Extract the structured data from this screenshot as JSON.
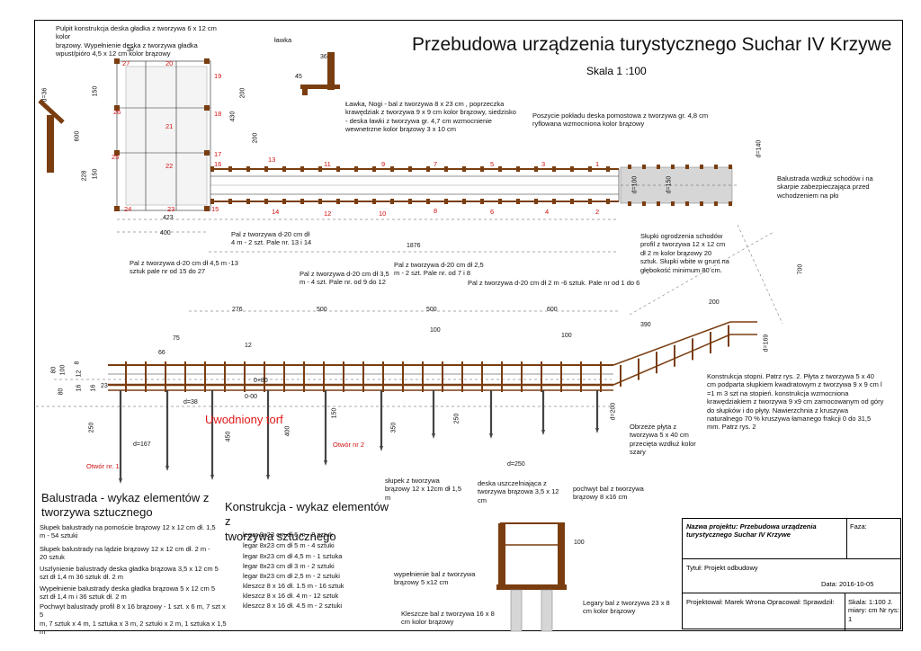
{
  "title": "Przebudowa urządzenia turystycznego Suchar IV Krzywe",
  "scale": "Skala 1 :100",
  "colors": {
    "timber": "#7a3d10",
    "annotation_red": "#d01010",
    "grey_box": "#d6d6d6"
  },
  "notes": {
    "pulpit": "Pulpit konstrukcja deska gładka z tworzywa 6 x 12 cm kolor\nbrązowy. Wypełnienie deska z tworzywa gładka\nwpust/pióro 4,5 x 12 cm  kolor brązowy",
    "lawka_label": "ławka",
    "lawka": "Ławka, Nogi - bal z tworzywa 8 x 23 cm , poprzeczka\nkrawędziak z tworzywa 9 x 9 cm kolor brązowy, siedzisko\n- deska ławki z tworzywa gr. 4,7 cm wzmocnienie\nwewnetrzne kolor brązowy 3 x 10 cm",
    "poszycie": "Poszycie pokładu deska pomostowa z tworzywa gr. 4,8 cm\nryflowana wzmocniona kolor brązowy",
    "balustrada_schody": "Balustrada wzdłuż schodów i na\nskarpie zabezpieczająca przed\nwchodzeniem na pło",
    "pal_14": "Pal z tworzywa d-20 cm dł\n4 m - 2 szt. Pale nr. 13 i 14",
    "pal_15_27": "Pal z tworzywa d-20 cm dł 4,5 m -13\nsztuk pale nr od 15 do 27",
    "pal_9_10": "Pal z tworzywa d-20 cm dł 3,5\nm - 4 szt. Pale nr. od 9 do 12",
    "pal_7_8": "Pal z tworzywa d-20 cm dł 2,5\nm - 2 szt. Pale nr. od 7 i 8",
    "pal_1_6": "Pal z tworzywa d-20 cm dł 2 m -6 sztuk. Pale nr od 1 do 6",
    "slupki": "Słupki ogrodzenia schodów\nprofil z tworzywa 12 x 12 cm\ndł  2 m kolor brązowy 20\nsztuk. Słupki wbite w grunt na\ngłębokość minimum 80 cm.",
    "konstrukcja_stopni": "Konstrukcja stopni. Patrz rys. 2.  Płyta z tworzywa 5 x 40\ncm podparta słupkiem kwadratowym z tworzywa 9 x 9 cm l\n=1 m 3 szt na stopień. konstrukcja wzmocniona\nkrawędziakiem z tworzywa 9 x9 cm zamocowanym od góry\ndo słupków i do płyty. Nawierzchnia z kruszywa\nnaturalnego 70 % kruszywa łamanego frakcji 0 do 31,5\nmm. Patrz rys. 2",
    "obrzeze": "Obrzeże płyta  z\ntworzywa 5 x 40 cm\nprzecięta wzdłuż kolor\nszary",
    "slupek_tworzywa": "słupek z tworzywa\nbrązowy 12 x 12cm dł 1,5\nm",
    "deska_uszczelniajaca": "deska uszczelniająca z\ntworzywa brązowa 3,5 x 12\ncm",
    "pochwyt": "pochwyt bal z tworzywa\nbrązowy 8 x16 cm",
    "wypelnienie": "wypełnienie bal z tworzywa\nbrązowy 5 x12 cm",
    "legary": "Legary bal z tworzywa 23 x 8\ncm kolor brązowy",
    "kleszcze": "Kleszcze bal z tworzywa 16 x 8\ncm kolor brązowy",
    "wodniony": "Uwodniony torf",
    "otwor1": "Otwór nr. 1",
    "otwor2": "Otwór nr 2"
  },
  "sections": {
    "balustrada_title": "Balustrada - wykaz elementów z\ntworzywa sztucznego",
    "balustrada_items": [
      "Słupek balustrady na pomoście brązowy 12 x 12 cm dł. 1,5\nm - 54 sztuki",
      "Słupek balustrady na lądzie brązowy 12 x 12 cm dł. 2 m -\n 20 sztuk",
      "Uszlynienie balustrady deska gładka brązowa 3,5 x 12 cm  5\nszt dł 1,4 m  36 sztuk dł. 2 m",
      "Wypełnienie  balustrady deska gładka brązowa 5 x 12 cm  5\nszt dł 1,4 m i  36 sztuk dł. 2 m",
      "Pochwyt balustrady profil 8 x 16 brązowy - 1 szt. x 6 m, 7 szt x 5\nm, 7 sztuk x 4 m, 1 sztuka x 3 m, 2 sztuki x 2 m, 1 sztuka x 1,5\nm"
    ],
    "konstrukcja_title": "Konstrukcja  - wykaz elementów z\ntworzywa sztucznego",
    "konstrukcja_items": [
      "legar 8x23 cm dł 6 m -  8 sztuk",
      "legar 8x23 cm dł 5 m  - 4 sztuki",
      "legar 8x23 cm dł 4,5 m - 1 sztuka",
      "legar 8x23 cm dł 3 m -  2 sztuki",
      "legar 8x23 cm dł 2,5  m - 2 sztuki",
      "kleszcz 8 x 16 dł. 1.5 m - 16 sztuk",
      "kleszcz 8 x 16 dł. 4 m - 12 sztuk",
      "kleszcz 8 x 16 dł. 4.5 m - 2 sztuki"
    ]
  },
  "dimensions": {
    "d30": "30",
    "d36": "36",
    "d45": "45",
    "dphi36": "d=36",
    "d150a": "150",
    "d430": "430",
    "d200a": "200",
    "d200b": "200",
    "d600": "600",
    "d228": "228",
    "d150b": "150",
    "d423": "423",
    "d400": "400",
    "d1876": "1876",
    "d140": "d=140",
    "d100": "d=100",
    "d150c": "d=150",
    "d700": "700",
    "d276": "276",
    "d500a": "500",
    "d500b": "500",
    "d600b": "600",
    "d200c": "200",
    "d390": "390",
    "d75": "75",
    "d66": "66",
    "d12": "12",
    "d100b": "100",
    "d100c": "100",
    "d169": "d=169",
    "d080": "0+80",
    "d000": "0-00",
    "d38": "d=38",
    "d250a": "250",
    "d167": "d=167",
    "d450": "450",
    "d400b": "400",
    "d150d": "150",
    "d350": "350",
    "d250b": "250",
    "d200d": "d=200",
    "d250c": "d=250",
    "d100d": "100",
    "s80": "80",
    "s100": "100",
    "s8": "8",
    "s12": "12",
    "s80b": "80",
    "s16": "16",
    "s16b": "16",
    "s23": "23"
  },
  "pile_numbers": [
    "1",
    "2",
    "3",
    "4",
    "5",
    "6",
    "7",
    "8",
    "9",
    "10",
    "11",
    "12",
    "13",
    "14",
    "15",
    "16",
    "17",
    "18",
    "19",
    "20",
    "21",
    "22",
    "23",
    "24",
    "25",
    "26",
    "27"
  ],
  "title_block": {
    "project_label": "Nazwa projektu: Przebudowa urządzenia\nturystycznego Suchar IV Krzywe",
    "faza": "Faza:",
    "tytul": "Tytuł: Projekt odbudowy",
    "data": "Data: 2016-10-05",
    "projektowal": "Projektował: Marek Wrona\nOpracował:\nSprawdził:",
    "skala": "Skala: 1:100\nJ. miary: cm\nNr rys: 1"
  }
}
